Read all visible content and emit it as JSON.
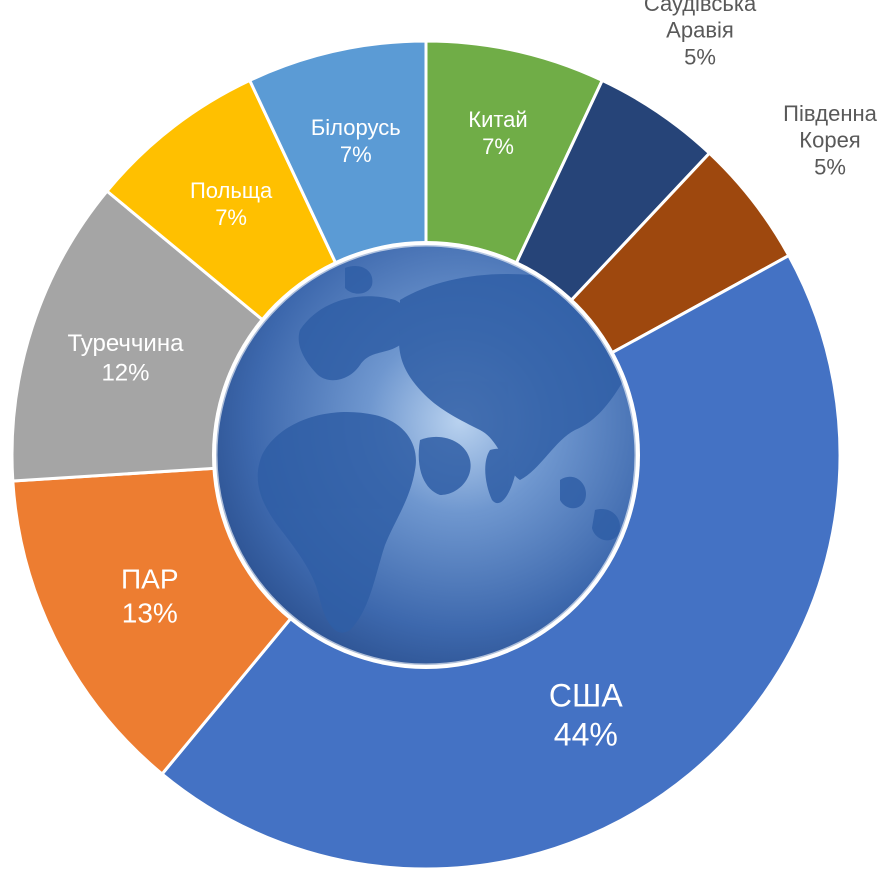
{
  "chart_data": {
    "type": "pie",
    "variant": "donut",
    "title": "",
    "center_image": "globe-icon",
    "start_angle_deg": 0,
    "categories": [
      "Китай",
      "Саудівська Аравія",
      "Південна Корея",
      "США",
      "ПАР",
      "Туреччина",
      "Польща",
      "Білорусь"
    ],
    "values": [
      7,
      5,
      5,
      44,
      13,
      12,
      7,
      7
    ],
    "labels": [
      {
        "lines": [
          "Китай",
          "7%"
        ],
        "placement": "inside"
      },
      {
        "lines": [
          "Саудівська",
          "Аравія",
          "5%"
        ],
        "placement": "outside"
      },
      {
        "lines": [
          "Південна",
          "Корея",
          "5%"
        ],
        "placement": "outside"
      },
      {
        "lines": [
          "США",
          "44%"
        ],
        "placement": "inside"
      },
      {
        "lines": [
          "ПАР",
          "13%"
        ],
        "placement": "inside"
      },
      {
        "lines": [
          "Туреччина",
          "12%"
        ],
        "placement": "inside"
      },
      {
        "lines": [
          "Польща",
          "7%"
        ],
        "placement": "inside"
      },
      {
        "lines": [
          "Білорусь",
          "7%"
        ],
        "placement": "inside"
      }
    ],
    "colors": [
      "#70AD47",
      "#264478",
      "#9E480E",
      "#4472C4",
      "#ED7D31",
      "#A5A5A5",
      "#FFC000",
      "#5B9BD5"
    ],
    "label_colors": [
      "#ffffff",
      "#595959",
      "#595959",
      "#ffffff",
      "#ffffff",
      "#ffffff",
      "#ffffff",
      "#ffffff"
    ],
    "legend": "none"
  }
}
